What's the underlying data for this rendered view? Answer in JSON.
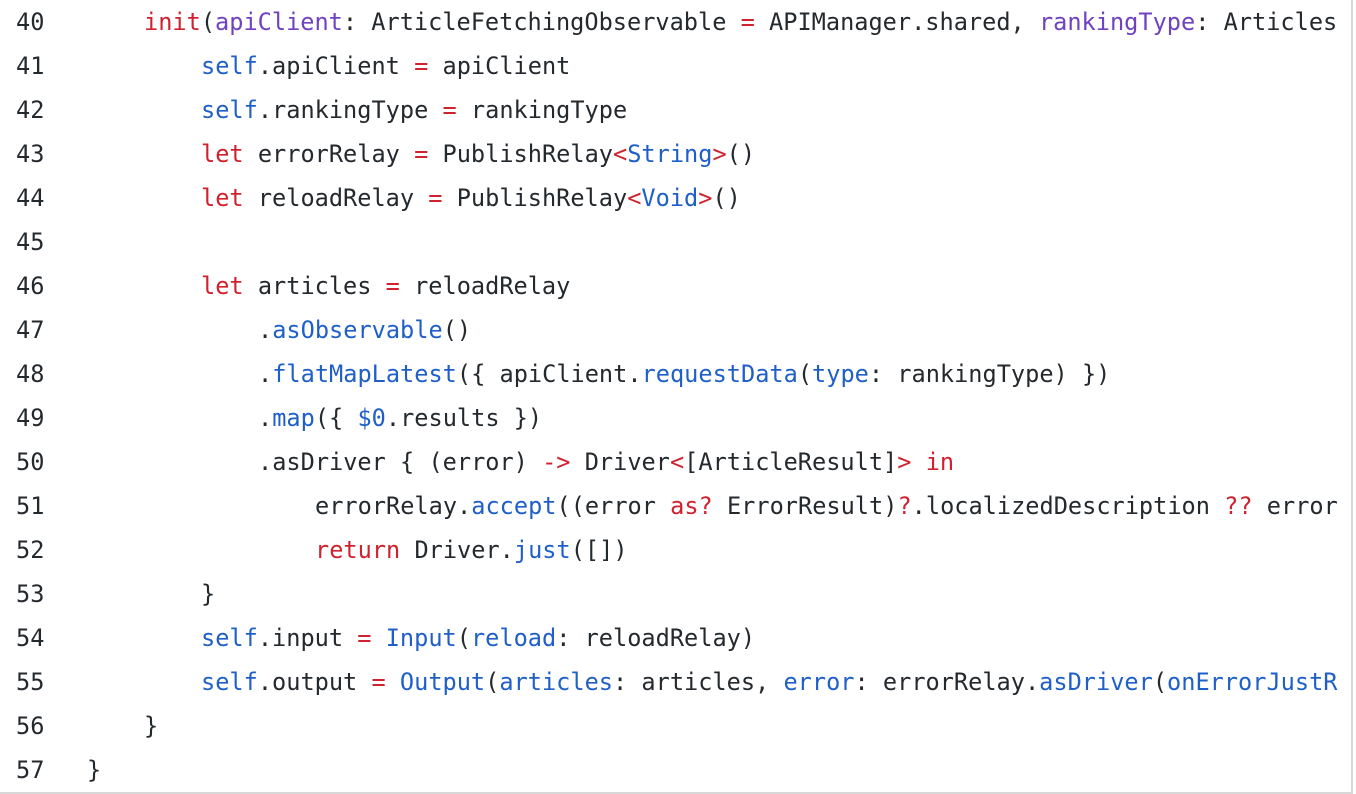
{
  "code_lines": [
    {
      "number": "40",
      "indent": 1,
      "tokens": [
        [
          "k",
          "init"
        ],
        [
          "",
          "("
        ],
        [
          "p",
          "apiClient"
        ],
        [
          "",
          ": ArticleFetchingObservable "
        ],
        [
          "k",
          "="
        ],
        [
          "",
          " APIManager.shared, "
        ],
        [
          "p",
          "rankingType"
        ],
        [
          "",
          ": Articles"
        ]
      ]
    },
    {
      "number": "41",
      "indent": 2,
      "tokens": [
        [
          "b",
          "self"
        ],
        [
          "",
          ".apiClient "
        ],
        [
          "k",
          "="
        ],
        [
          "",
          " apiClient"
        ]
      ]
    },
    {
      "number": "42",
      "indent": 2,
      "tokens": [
        [
          "b",
          "self"
        ],
        [
          "",
          ".rankingType "
        ],
        [
          "k",
          "="
        ],
        [
          "",
          " rankingType"
        ]
      ]
    },
    {
      "number": "43",
      "indent": 2,
      "tokens": [
        [
          "k",
          "let"
        ],
        [
          "",
          " errorRelay "
        ],
        [
          "k",
          "="
        ],
        [
          "",
          " PublishRelay"
        ],
        [
          "k",
          "<"
        ],
        [
          "b",
          "String"
        ],
        [
          "k",
          ">"
        ],
        [
          "",
          "()"
        ]
      ]
    },
    {
      "number": "44",
      "indent": 2,
      "tokens": [
        [
          "k",
          "let"
        ],
        [
          "",
          " reloadRelay "
        ],
        [
          "k",
          "="
        ],
        [
          "",
          " PublishRelay"
        ],
        [
          "k",
          "<"
        ],
        [
          "b",
          "Void"
        ],
        [
          "k",
          ">"
        ],
        [
          "",
          "()"
        ]
      ]
    },
    {
      "number": "45",
      "indent": 0,
      "tokens": []
    },
    {
      "number": "46",
      "indent": 2,
      "tokens": [
        [
          "k",
          "let"
        ],
        [
          "",
          " articles "
        ],
        [
          "k",
          "="
        ],
        [
          "",
          " reloadRelay"
        ]
      ]
    },
    {
      "number": "47",
      "indent": 3,
      "tokens": [
        [
          "",
          "."
        ],
        [
          "b",
          "asObservable"
        ],
        [
          "",
          "()"
        ]
      ]
    },
    {
      "number": "48",
      "indent": 3,
      "tokens": [
        [
          "",
          "."
        ],
        [
          "b",
          "flatMapLatest"
        ],
        [
          "",
          "({ apiClient."
        ],
        [
          "b",
          "requestData"
        ],
        [
          "",
          "("
        ],
        [
          "b",
          "type"
        ],
        [
          "",
          ": rankingType) })"
        ]
      ]
    },
    {
      "number": "49",
      "indent": 3,
      "tokens": [
        [
          "",
          "."
        ],
        [
          "b",
          "map"
        ],
        [
          "",
          "({ "
        ],
        [
          "b",
          "$0"
        ],
        [
          "",
          ".results })"
        ]
      ]
    },
    {
      "number": "50",
      "indent": 3,
      "tokens": [
        [
          "",
          ".asDriver { (error) "
        ],
        [
          "k",
          "->"
        ],
        [
          "",
          " Driver"
        ],
        [
          "k",
          "<"
        ],
        [
          "",
          "[ArticleResult]"
        ],
        [
          "k",
          ">"
        ],
        [
          "",
          " "
        ],
        [
          "k",
          "in"
        ]
      ]
    },
    {
      "number": "51",
      "indent": 4,
      "tokens": [
        [
          "",
          "errorRelay."
        ],
        [
          "b",
          "accept"
        ],
        [
          "",
          "((error "
        ],
        [
          "k",
          "as?"
        ],
        [
          "",
          " ErrorResult)"
        ],
        [
          "k",
          "?"
        ],
        [
          "",
          ".localizedDescription "
        ],
        [
          "k",
          "??"
        ],
        [
          "",
          " error"
        ]
      ]
    },
    {
      "number": "52",
      "indent": 4,
      "tokens": [
        [
          "k",
          "return"
        ],
        [
          "",
          " Driver."
        ],
        [
          "b",
          "just"
        ],
        [
          "",
          "([])"
        ]
      ]
    },
    {
      "number": "53",
      "indent": 2,
      "tokens": [
        [
          "",
          "}"
        ]
      ]
    },
    {
      "number": "54",
      "indent": 2,
      "tokens": [
        [
          "b",
          "self"
        ],
        [
          "",
          ".input "
        ],
        [
          "k",
          "="
        ],
        [
          "",
          " "
        ],
        [
          "b",
          "Input"
        ],
        [
          "",
          "("
        ],
        [
          "b",
          "reload"
        ],
        [
          "",
          ": reloadRelay)"
        ]
      ]
    },
    {
      "number": "55",
      "indent": 2,
      "tokens": [
        [
          "b",
          "self"
        ],
        [
          "",
          ".output "
        ],
        [
          "k",
          "="
        ],
        [
          "",
          " "
        ],
        [
          "b",
          "Output"
        ],
        [
          "",
          "("
        ],
        [
          "b",
          "articles"
        ],
        [
          "",
          ": articles, "
        ],
        [
          "b",
          "error"
        ],
        [
          "",
          ": errorRelay."
        ],
        [
          "b",
          "asDriver"
        ],
        [
          "",
          "("
        ],
        [
          "b",
          "onErrorJustR"
        ]
      ]
    },
    {
      "number": "56",
      "indent": 1,
      "tokens": [
        [
          "",
          "}"
        ]
      ]
    },
    {
      "number": "57",
      "indent": 0,
      "tokens": [
        [
          "",
          "}"
        ]
      ]
    }
  ]
}
